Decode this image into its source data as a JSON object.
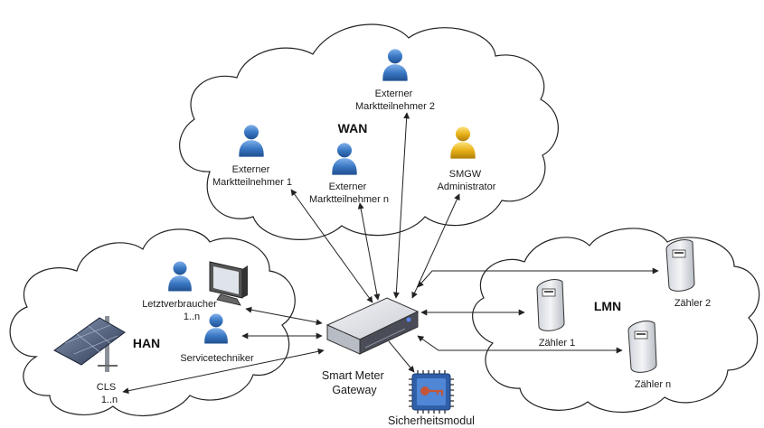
{
  "networks": {
    "wan": "WAN",
    "han": "HAN",
    "lmn": "LMN"
  },
  "wan": {
    "ext2": [
      "Externer",
      "Marktteilnehmer 2"
    ],
    "ext1": [
      "Externer",
      "Marktteilnehmer 1"
    ],
    "extn": [
      "Externer",
      "Marktteilnehmer n"
    ],
    "admin": [
      "SMGW",
      "Administrator"
    ]
  },
  "han": {
    "letzt": [
      "Letztverbraucher",
      "1..n"
    ],
    "service": "Servicetechniker",
    "cls": [
      "CLS",
      "1..n"
    ]
  },
  "gateway": [
    "Smart Meter",
    "Gateway"
  ],
  "security_module": "Sicherheitsmodul",
  "lmn": {
    "z1": "Zähler 1",
    "z2": "Zähler 2",
    "zn": "Zähler n"
  },
  "colors": {
    "person_blue": "#3b78c4",
    "person_yellow": "#e9b21a"
  }
}
